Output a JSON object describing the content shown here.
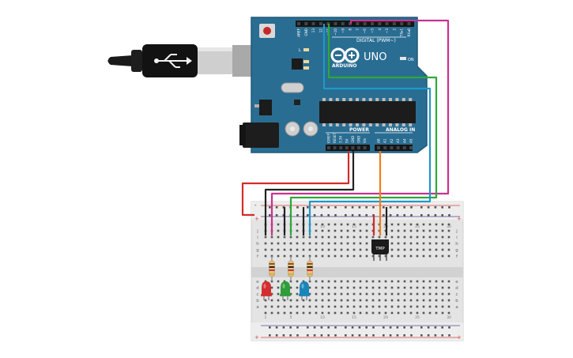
{
  "board": {
    "brand": "UNO",
    "subbrand": "ARDUINO",
    "digital_header": "DIGITAL (PWM~)",
    "power_header": "POWER",
    "analog_header": "ANALOG IN",
    "on_label": "ON",
    "led_labels": {
      "l": "L",
      "tx": "TX",
      "rx": "RX"
    },
    "digital_pins": [
      "AREF",
      "GND",
      "13",
      "12",
      "~11",
      "~10",
      "~9",
      "8",
      "7",
      "~6",
      "~5",
      "4",
      "~3",
      "2",
      "TX▸1",
      "RX◂0"
    ],
    "power_pins": [
      "IOREF",
      "RESET",
      "3.3V",
      "5V",
      "GND",
      "GND",
      "Vin"
    ],
    "analog_pins": [
      "A0",
      "A1",
      "A2",
      "A3",
      "A4",
      "A5"
    ]
  },
  "breadboard": {
    "plus": "+",
    "minus": "-",
    "row_letters_top": [
      "j",
      "i",
      "h",
      "g",
      "f"
    ],
    "row_letters_bottom": [
      "e",
      "d",
      "c",
      "b",
      "a"
    ],
    "column_numbers": [
      "1",
      "",
      "",
      "",
      "5",
      "",
      "",
      "",
      "",
      "10",
      "",
      "",
      "",
      "",
      "15",
      "",
      "",
      "",
      "",
      "20",
      "",
      "",
      "",
      "",
      "25",
      "",
      "",
      "",
      "",
      "30"
    ]
  },
  "sensor": {
    "label": "TMP"
  },
  "components": {
    "leds": [
      {
        "color": "#d32f2f",
        "name": "red"
      },
      {
        "color": "#2e9d3a",
        "name": "green"
      },
      {
        "color": "#1a86b8",
        "name": "blue"
      }
    ]
  },
  "wire_colors": {
    "red": "#d42b2b",
    "black": "#222222",
    "magenta": "#c8338f",
    "green": "#2fa83b",
    "blue": "#1e98c8",
    "orange": "#f07d1d"
  }
}
